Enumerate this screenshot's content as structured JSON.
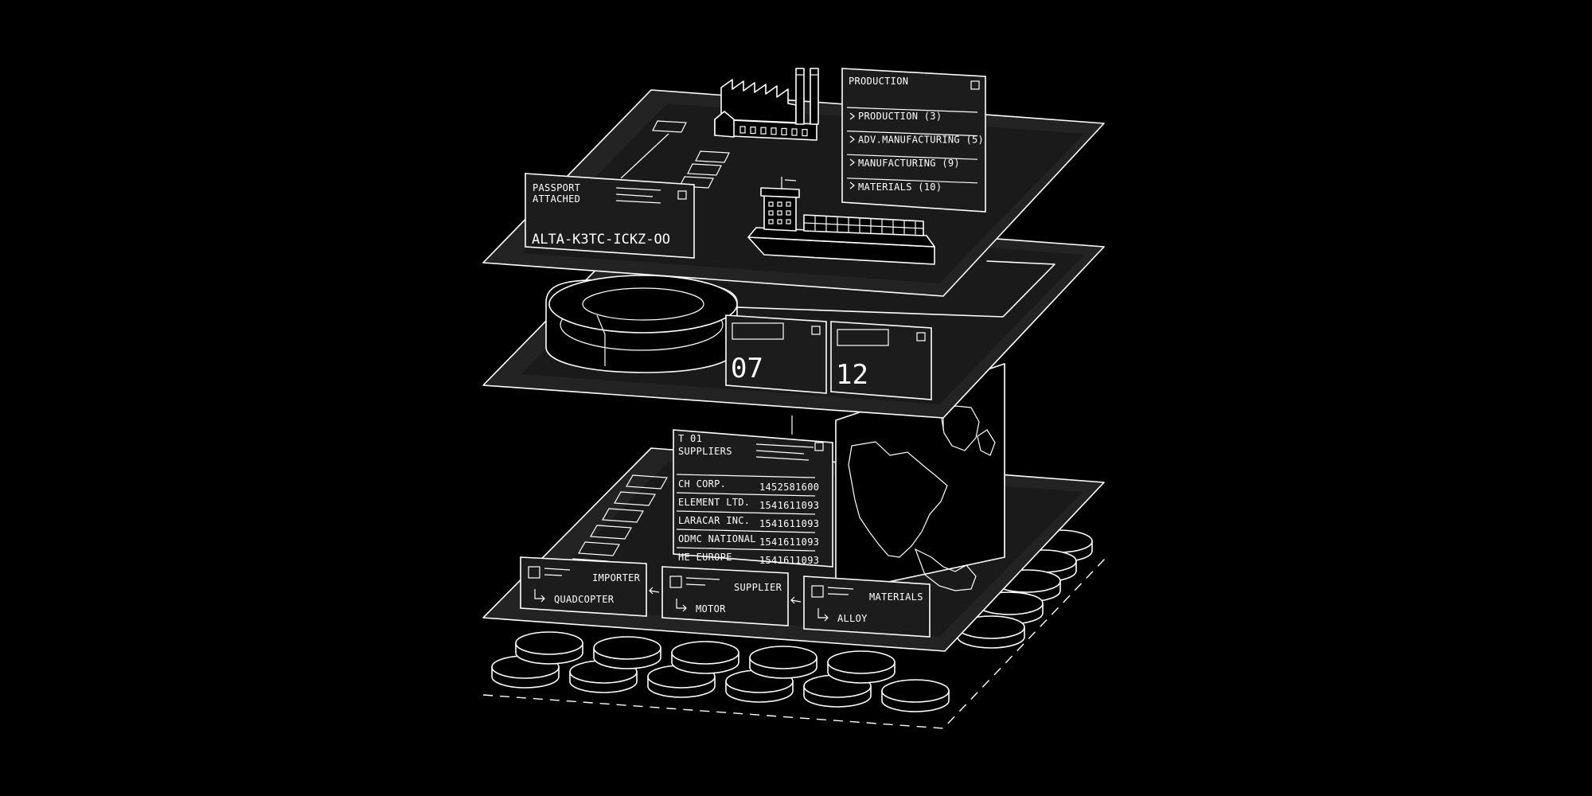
{
  "passport": {
    "line1": "PASSPORT",
    "line2": "ATTACHED",
    "code": "ALTA-K3TC-ICKZ-OO"
  },
  "production_menu": {
    "title": "PRODUCTION",
    "items": [
      "PRODUCTION (3)",
      "ADV.MANUFACTURING (5)",
      "MANUFACTURING (9)",
      "MATERIALS (10)"
    ]
  },
  "counters": [
    "07",
    "12"
  ],
  "suppliers_table": {
    "title1": "T 01",
    "title2": "SUPPLIERS",
    "rows": [
      {
        "name": "CH CORP.",
        "id": "1452581600"
      },
      {
        "name": "ELEMENT LTD.",
        "id": "1541611093"
      },
      {
        "name": "LARACAR INC.",
        "id": "1541611093"
      },
      {
        "name": "ODMC NATIONAL",
        "id": "1541611093"
      },
      {
        "name": "HE EUROPE",
        "id": "1541611093"
      }
    ]
  },
  "chain": [
    {
      "label": "IMPORTER",
      "sub": "QUADCOPTER"
    },
    {
      "label": "SUPPLIER",
      "sub": "MOTOR"
    },
    {
      "label": "MATERIALS",
      "sub": "ALLOY"
    }
  ],
  "colors": {
    "background": "#000000",
    "line": "#ffffff",
    "plane": "#232323"
  },
  "icons": [
    "factory-icon",
    "cargo-ship-icon",
    "donut-chart-icon",
    "world-map-icon",
    "coin-stack-icon"
  ]
}
